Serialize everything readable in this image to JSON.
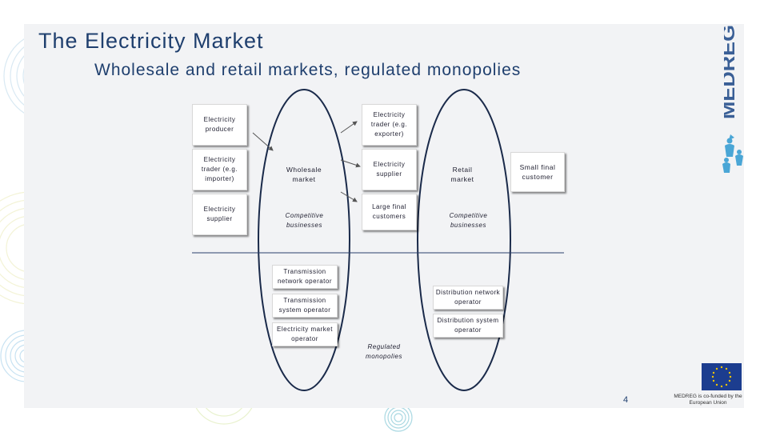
{
  "title": "The Electricity Market",
  "subtitle": "Wholesale and retail markets, regulated monopolies",
  "boxes": {
    "producer": "Electricity producer",
    "trader_importer": "Electricity trader (e.g. importer)",
    "supplier_left": "Electricity supplier",
    "trader_exporter": "Electricity trader (e.g. exporter)",
    "wholesale_market": "Wholesale market",
    "supplier_mid": "Electricity supplier",
    "large_customers": "Large final customers",
    "retail_market": "Retail market",
    "small_customer": "Small final customer",
    "tno": "Transmission network operator",
    "tso": "Transmission system operator",
    "emo": "Electricity market operator",
    "dno": "Distribution network operator",
    "dso": "Distribution system operator"
  },
  "labels": {
    "competitive_left": "Competitive businesses",
    "competitive_right": "Competitive businesses",
    "regulated": "Regulated monopolies"
  },
  "logo_text": "MEDREG",
  "eu_text": "MEDREG is co-funded by the European Union",
  "page_number": "4",
  "colors": {
    "title": "#1f3f6e",
    "ellipse": "#1a2a4a",
    "logo": "#3a5f96",
    "logo_figures": "#4aa6d6",
    "eu_flag": "#1c3d8f",
    "eu_stars": "#f2c500"
  }
}
